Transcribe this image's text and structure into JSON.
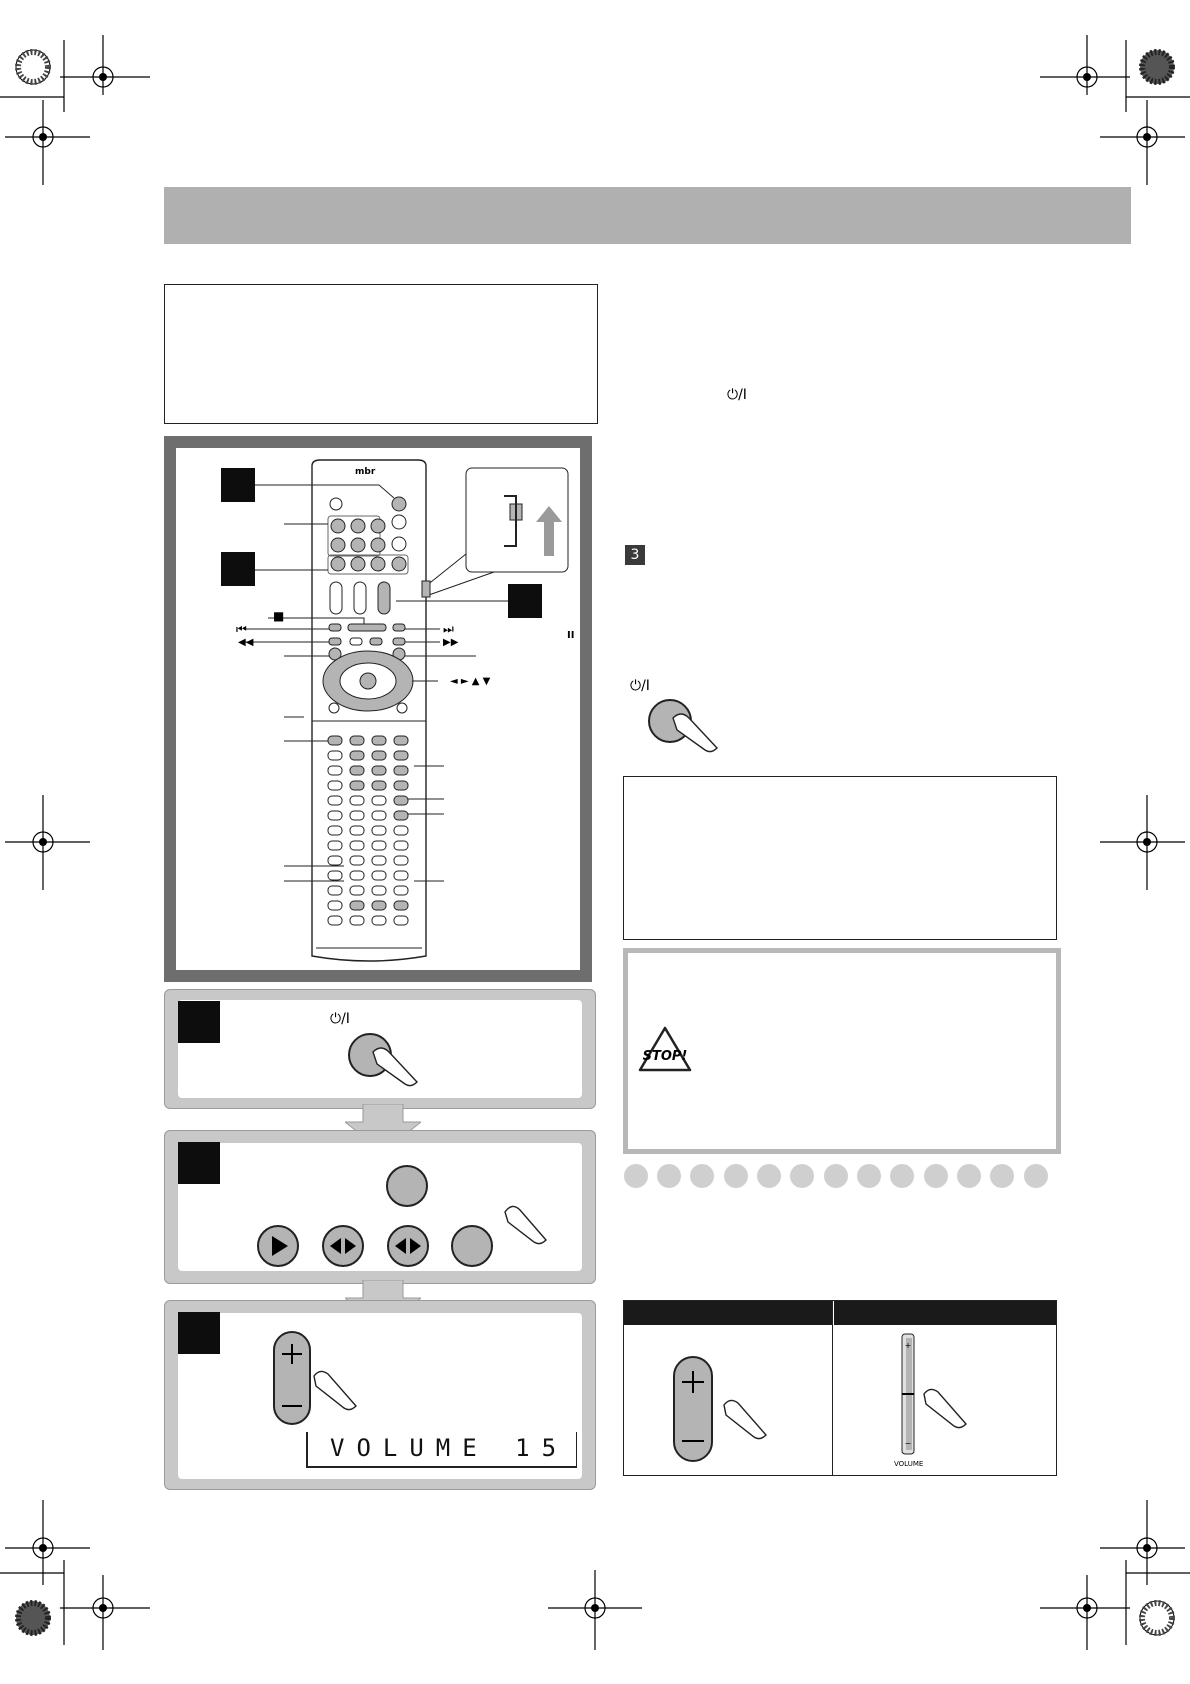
{
  "symbols": {
    "power": "⏻/I",
    "stop": "■",
    "prev": "⏮",
    "next": "⏭",
    "rew": "◀◀",
    "ff": "▶▶",
    "pause": "II",
    "cursor": "◄ ► ▲ ▼",
    "step3_label": "3"
  },
  "remote": {
    "brand": "mbr"
  },
  "display": {
    "volume_text": "VOLUME 15"
  },
  "table": {
    "volume_label": "VOLUME"
  },
  "colors": {
    "header_bar": "#b0b0b0",
    "panel_gray": "#c8c8c8",
    "frame_dark": "#6e6e6e",
    "step_black": "#0d0d0d"
  }
}
